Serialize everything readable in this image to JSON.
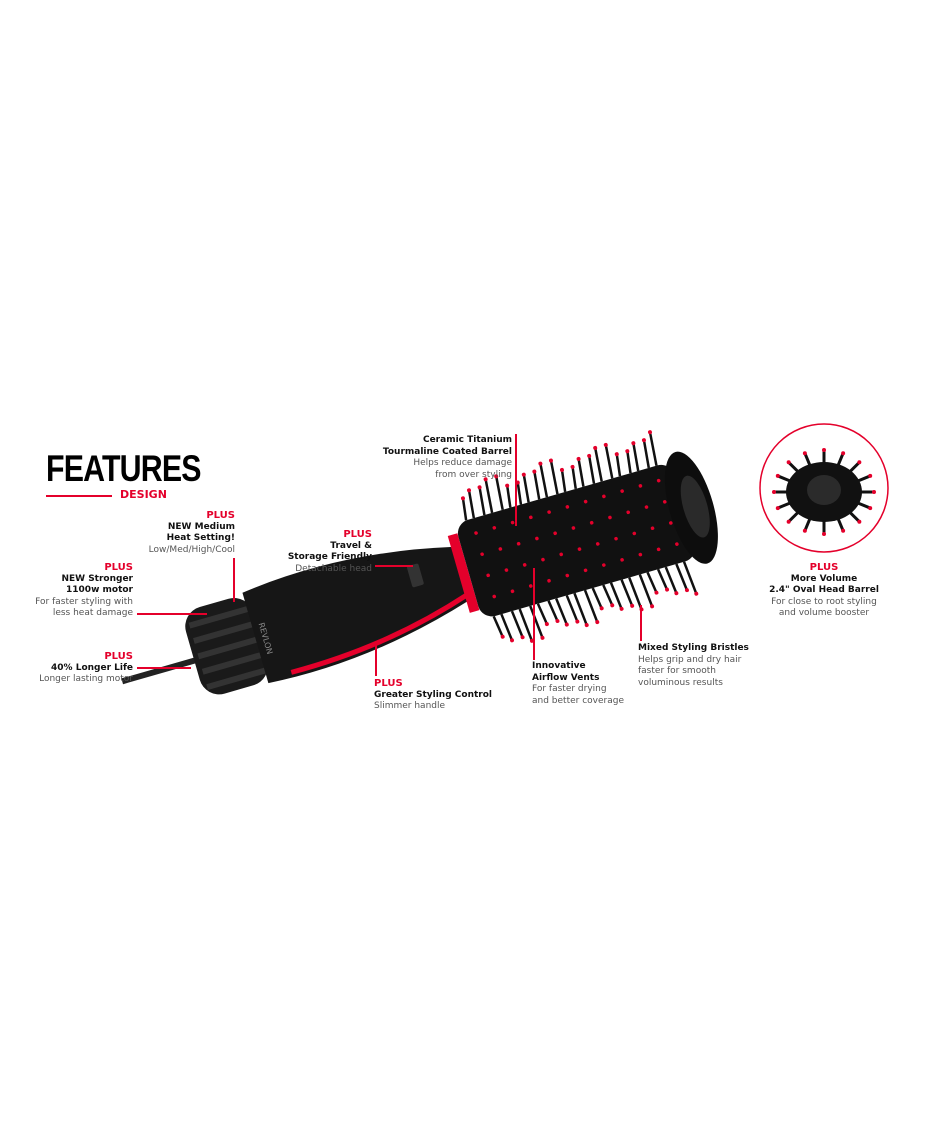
{
  "header": {
    "title": "FEATURES",
    "subtitle": "DESIGN"
  },
  "features": {
    "heat": {
      "plus": "PLUS",
      "line1": "NEW Medium",
      "line2": "Heat Setting!",
      "desc": "Low/Med/High/Cool"
    },
    "motor": {
      "plus": "PLUS",
      "line1": "NEW Stronger",
      "line2": "1100w motor",
      "desc1": "For faster styling with",
      "desc2": "less heat damage"
    },
    "life": {
      "plus": "PLUS",
      "line1": "40% Longer Life",
      "desc": "Longer lasting motor"
    },
    "travel": {
      "plus": "PLUS",
      "line1": "Travel &",
      "line2": "Storage Friendly",
      "desc": "Detachable head"
    },
    "control": {
      "plus": "PLUS",
      "line1": "Greater Styling Control",
      "desc": "Slimmer handle"
    },
    "barrel": {
      "line1": "Ceramic Titanium",
      "line2": "Tourmaline Coated Barrel",
      "desc1": "Helps reduce damage",
      "desc2": "from over styling"
    },
    "vents": {
      "line1": "Innovative",
      "line2": "Airflow Vents",
      "desc1": "For faster drying",
      "desc2": "and better coverage"
    },
    "bristles": {
      "line1": "Mixed Styling Bristles",
      "desc1": "Helps grip and dry hair",
      "desc2": "faster for smooth",
      "desc3": "voluminous results"
    },
    "volume": {
      "plus": "PLUS",
      "line1": "More Volume",
      "line2": "2.4\" Oval Head Barrel",
      "desc1": "For close to root styling",
      "desc2": "and volume booster"
    }
  },
  "product": {
    "brand": "REVLON"
  },
  "colors": {
    "accent": "#e4002b",
    "product": "#111111"
  }
}
